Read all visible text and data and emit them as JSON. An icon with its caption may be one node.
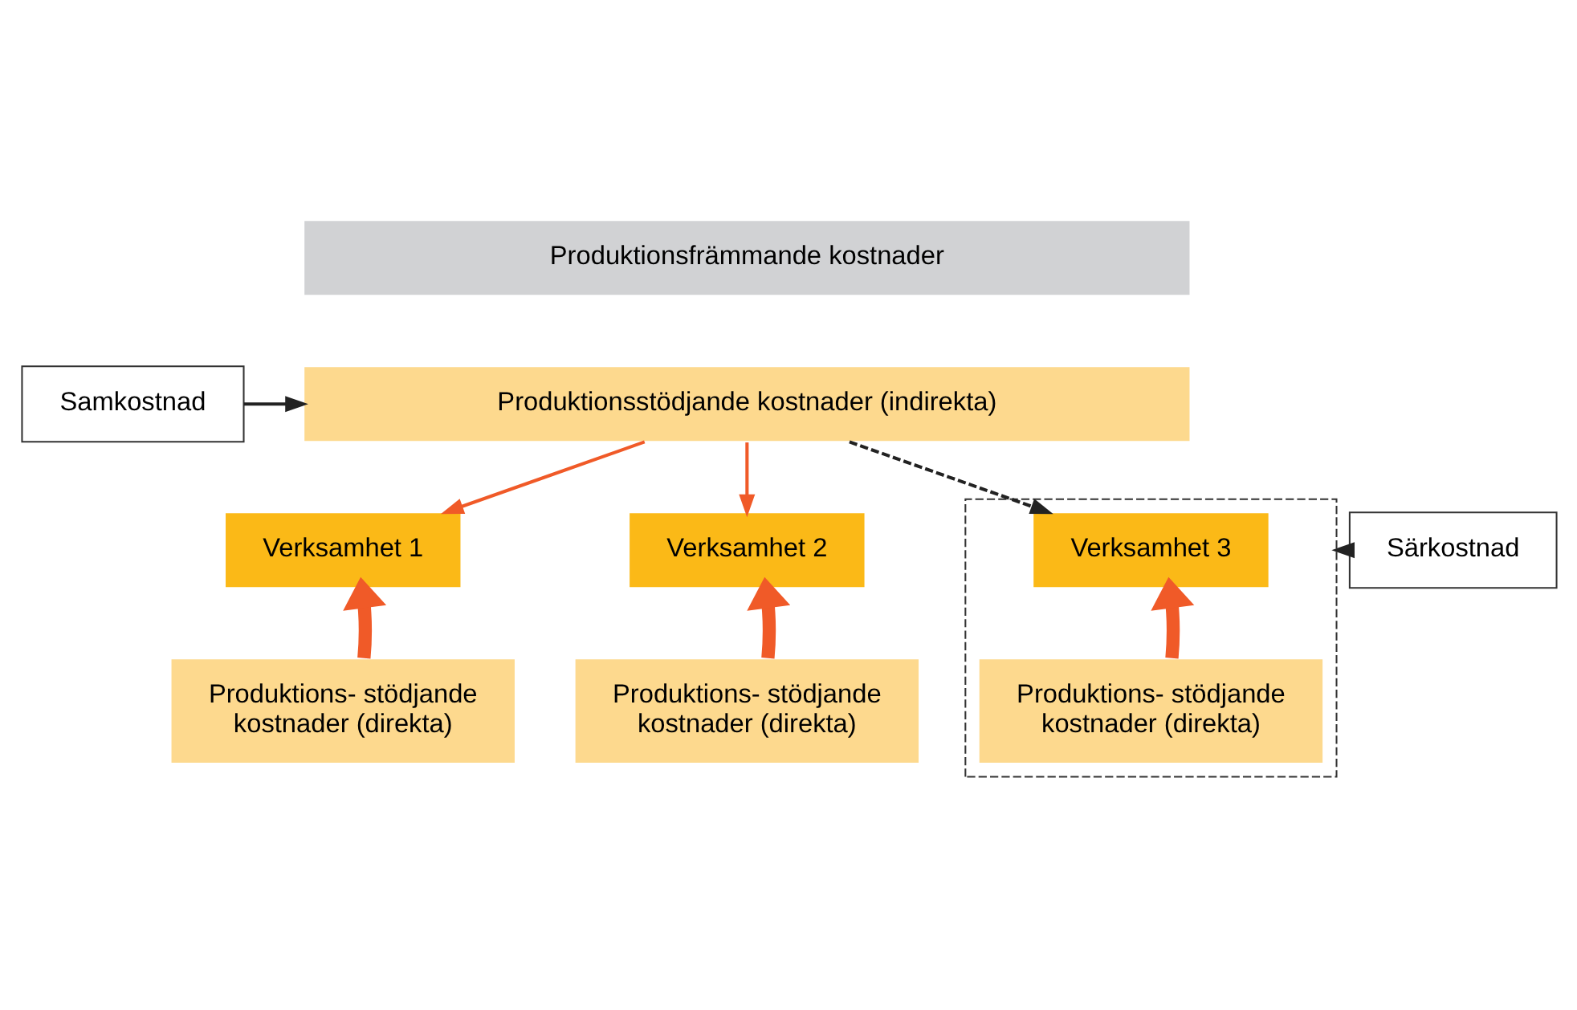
{
  "diagram": {
    "nodes": [
      {
        "text": [
          "Produktionsfrämmande kostnader"
        ]
      },
      {
        "text": [
          "Produktionsstödjande kostnader (indirekta)"
        ]
      },
      {
        "text": [
          "Samkostnad"
        ]
      },
      {
        "text": [
          "Verksamhet 1"
        ]
      },
      {
        "text": [
          "Verksamhet 2"
        ]
      },
      {
        "text": [],
        "shape": "box"
      },
      {
        "text": [
          "Verksamhet 3"
        ],
        "in": 5
      },
      {
        "text": [
          "Särkostnad"
        ]
      },
      {
        "text": [
          "Produktions- stödjande kostnader (direkta)"
        ]
      },
      {
        "text": [
          "Produktions- stödjande kostnader (direkta)"
        ]
      },
      {
        "text": [
          "Produktions- stödjande kostnader (direkta)"
        ],
        "in": 5
      }
    ],
    "edges": [
      {
        "from": 2,
        "to": 1,
        "arrow": "to",
        "color": "#222222"
      },
      {
        "from": 1,
        "to": 3,
        "arrow": "to"
      },
      {
        "from": 1,
        "to": 4,
        "arrow": "to"
      },
      {
        "from": 1,
        "to": 6,
        "arrow": "to",
        "style": "dashed",
        "color": "#222222"
      },
      {
        "from": 7,
        "to": 5,
        "arrow": "to",
        "color": "#222222"
      },
      {
        "from": 8,
        "to": 3,
        "arrow": "to",
        "style": "thick"
      },
      {
        "from": 9,
        "to": 4,
        "arrow": "to",
        "style": "thick"
      },
      {
        "from": 10,
        "to": 6,
        "arrow": "to",
        "style": "thick"
      }
    ]
  }
}
